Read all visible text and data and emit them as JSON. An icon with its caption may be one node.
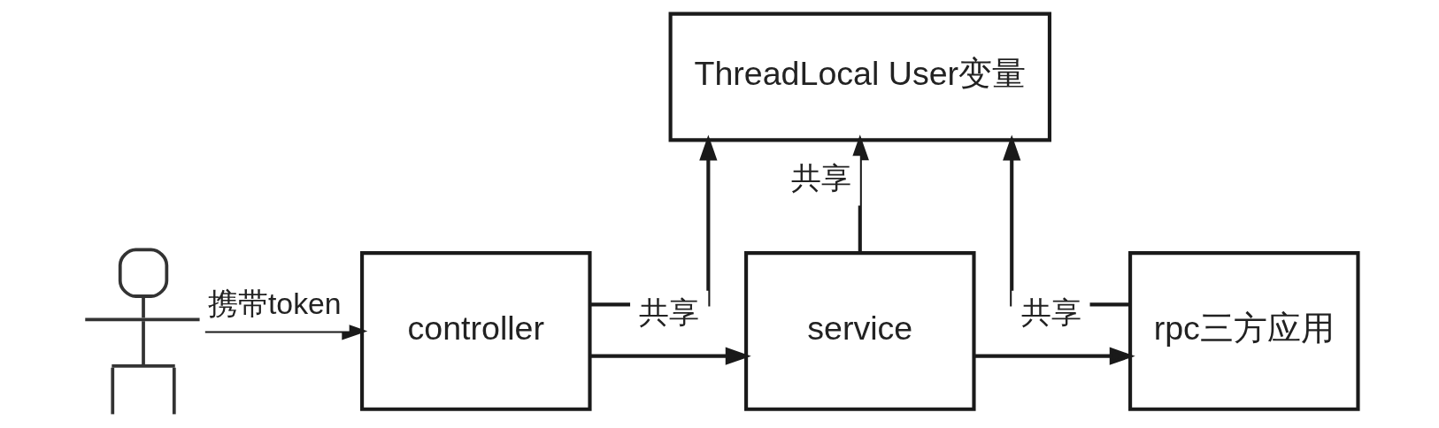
{
  "diagram": {
    "nodes": [
      {
        "text": [
          "ThreadLocal User变量"
        ]
      },
      {
        "text": [],
        "shape": "person"
      },
      {
        "text": [
          "controller"
        ]
      },
      {
        "text": [
          "service"
        ]
      },
      {
        "text": [
          "rpc三方应用"
        ]
      }
    ],
    "edges": [
      {
        "from": 1,
        "to": 2,
        "arrow": "to",
        "label": "携带token"
      },
      {
        "from": 2,
        "to": 0,
        "arrow": "to",
        "label": "共享"
      },
      {
        "from": 2,
        "to": 3,
        "arrow": "to"
      },
      {
        "from": 3,
        "to": 0,
        "arrow": "to",
        "label": "共享"
      },
      {
        "from": 3,
        "to": 4,
        "arrow": "to"
      },
      {
        "from": 4,
        "to": 0,
        "arrow": "to",
        "label": "共享"
      }
    ]
  }
}
